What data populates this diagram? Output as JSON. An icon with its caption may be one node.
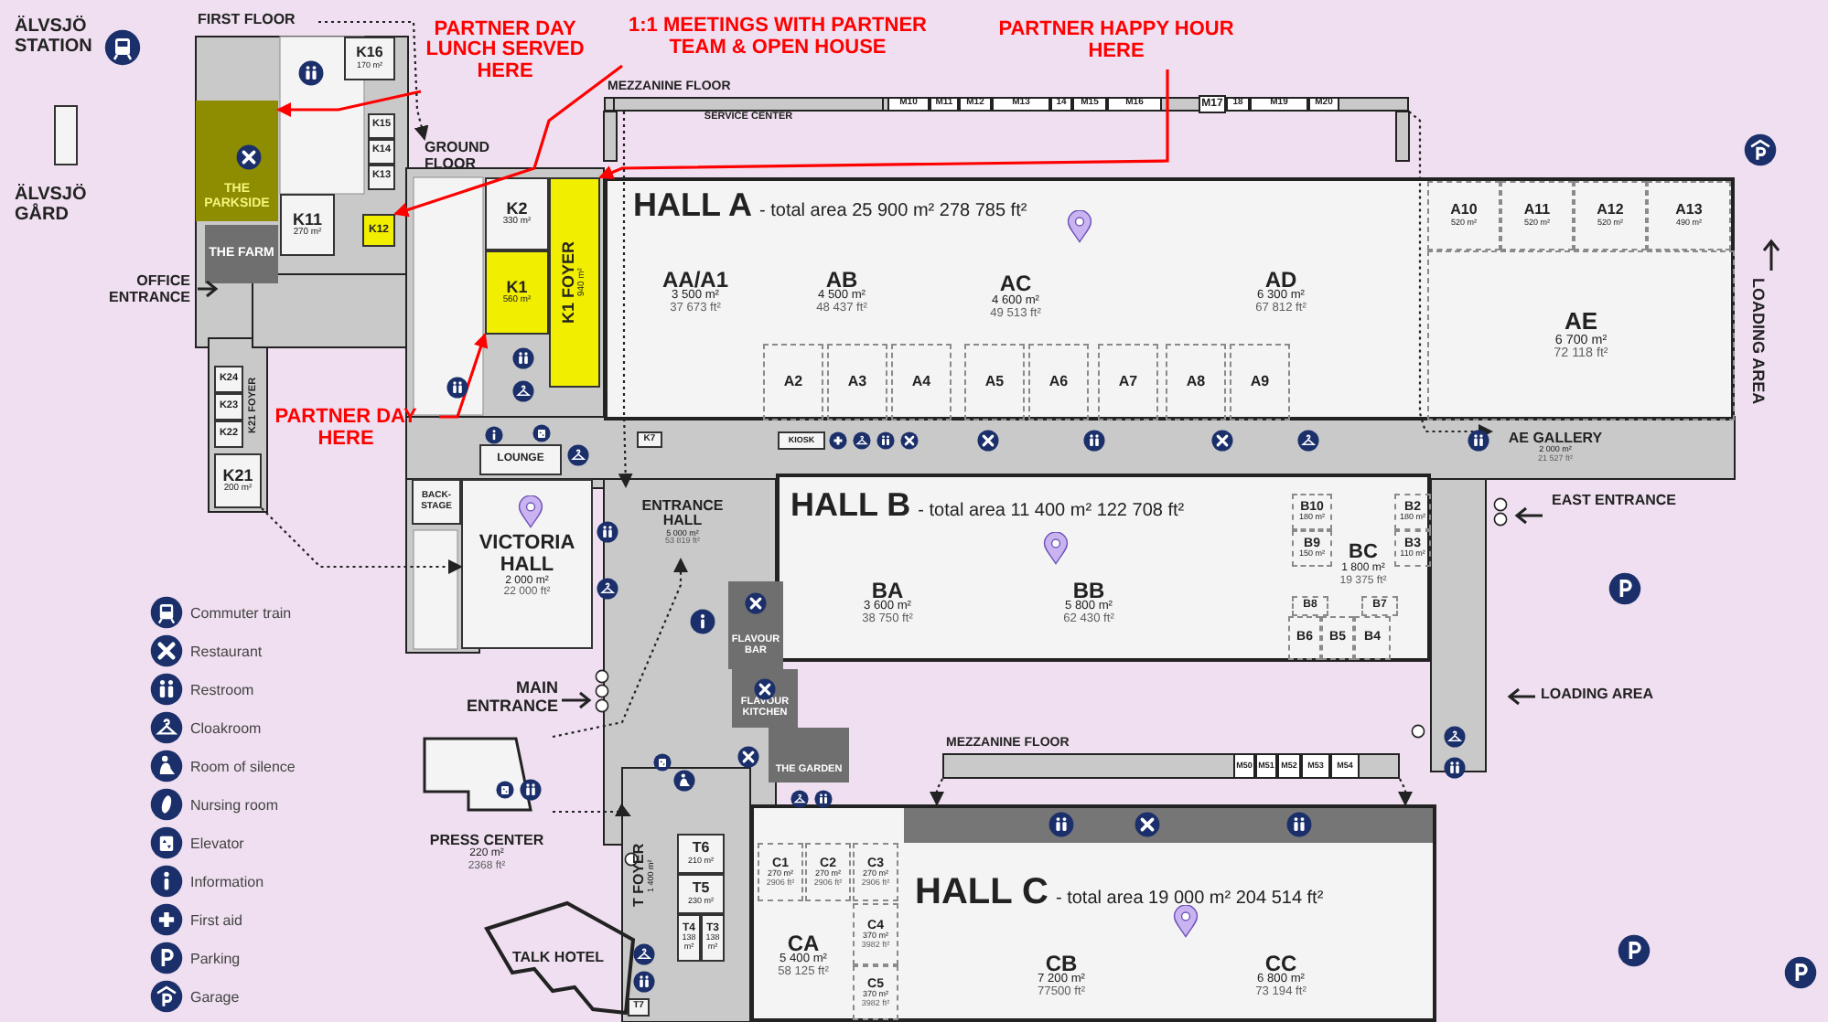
{
  "diagram": {
    "nodes": [
      {
        "text": [
          "FIRST FLOOR"
        ]
      },
      {
        "text": [
          "K16",
          "170 m²"
        ]
      },
      {
        "text": [
          "K15"
        ]
      },
      {
        "text": [
          "K14"
        ]
      },
      {
        "text": [
          "K13"
        ]
      },
      {
        "text": [
          "THE PARKSIDE"
        ]
      },
      {
        "text": [
          "K11",
          "270 m²"
        ]
      },
      {
        "text": [
          "K12"
        ]
      },
      {
        "text": [
          "THE FARM"
        ]
      },
      {
        "text": [
          "K24"
        ]
      },
      {
        "text": [
          "K23"
        ]
      },
      {
        "text": [
          "K22"
        ]
      },
      {
        "text": [
          "K21",
          "200 m²"
        ]
      },
      {
        "text": [
          "K21 FOYER"
        ]
      },
      {
        "text": [
          "GROUND FLOOR"
        ]
      },
      {
        "text": [
          "K2",
          "330 m²"
        ]
      },
      {
        "text": [
          "K1",
          "560 m²"
        ]
      },
      {
        "text": [
          "K1 FOYER",
          "940 m²"
        ]
      },
      {
        "text": [
          "BACK-STAGE"
        ]
      },
      {
        "text": [
          "LOUNGE"
        ]
      },
      {
        "text": [
          "VICTORIA HALL",
          "2 000 m²",
          "22 000 ft²"
        ]
      },
      {
        "text": [
          "ENTRANCE HALL",
          "5 000 m²",
          "53 819 ft²"
        ]
      },
      {
        "text": [
          "K7"
        ]
      },
      {
        "text": [
          "KIOSK"
        ]
      },
      {
        "text": [
          "MEZZANINE FLOOR"
        ]
      },
      {
        "text": [
          "SERVICE CENTER"
        ],
        "in": 24
      },
      {
        "text": [
          "M10"
        ],
        "in": 24
      },
      {
        "text": [
          "M11"
        ],
        "in": 24
      },
      {
        "text": [
          "M12"
        ],
        "in": 24
      },
      {
        "text": [
          "M13"
        ],
        "in": 24
      },
      {
        "text": [
          "14"
        ],
        "in": 24
      },
      {
        "text": [
          "M15"
        ],
        "in": 24
      },
      {
        "text": [
          "M16"
        ],
        "in": 24
      },
      {
        "text": [
          "M17"
        ],
        "in": 24
      },
      {
        "text": [
          "18"
        ],
        "in": 24
      },
      {
        "text": [
          "M19"
        ],
        "in": 24
      },
      {
        "text": [
          "M20"
        ],
        "in": 24
      },
      {
        "text": [
          "HALL A",
          "- total area 25 900 m² 278 785 ft²"
        ]
      },
      {
        "text": [
          "AA/A1",
          "3 500 m²",
          "37 673 ft²"
        ],
        "in": 37
      },
      {
        "text": [
          "AB",
          "4 500 m²",
          "48 437 ft²"
        ],
        "in": 37
      },
      {
        "text": [
          "AC",
          "4 600 m²",
          "49 513 ft²"
        ],
        "in": 37
      },
      {
        "text": [
          "AD",
          "6 300 m²",
          "67 812 ft²"
        ],
        "in": 37
      },
      {
        "text": [
          "AE",
          "6 700 m²",
          "72 118 ft²"
        ],
        "in": 37
      },
      {
        "text": [
          "A2"
        ],
        "in": 37
      },
      {
        "text": [
          "A3"
        ],
        "in": 37
      },
      {
        "text": [
          "A4"
        ],
        "in": 37
      },
      {
        "text": [
          "A5"
        ],
        "in": 37
      },
      {
        "text": [
          "A6"
        ],
        "in": 37
      },
      {
        "text": [
          "A7"
        ],
        "in": 37
      },
      {
        "text": [
          "A8"
        ],
        "in": 37
      },
      {
        "text": [
          "A9"
        ],
        "in": 37
      },
      {
        "text": [
          "A10",
          "520 m²"
        ],
        "in": 37
      },
      {
        "text": [
          "A11",
          "520 m²"
        ],
        "in": 37
      },
      {
        "text": [
          "A12",
          "520 m²"
        ],
        "in": 37
      },
      {
        "text": [
          "A13",
          "490 m²"
        ],
        "in": 37
      },
      {
        "text": [
          "AE GALLERY",
          "2 000 m²",
          "21 527 ft²"
        ]
      },
      {
        "text": [
          "HALL B",
          "- total area 11 400 m² 122 708 ft²"
        ]
      },
      {
        "text": [
          "BA",
          "3 600 m²",
          "38 750 ft²"
        ],
        "in": 56
      },
      {
        "text": [
          "BB",
          "5 800 m²",
          "62 430 ft²"
        ],
        "in": 56
      },
      {
        "text": [
          "BC",
          "1 800 m²",
          "19 375 ft²"
        ],
        "in": 56
      },
      {
        "text": [
          "B10",
          "180 m²"
        ],
        "in": 56
      },
      {
        "text": [
          "B9",
          "150 m²"
        ],
        "in": 56
      },
      {
        "text": [
          "B2",
          "180 m²"
        ],
        "in": 56
      },
      {
        "text": [
          "B3",
          "110 m²"
        ],
        "in": 56
      },
      {
        "text": [
          "B8"
        ],
        "in": 56
      },
      {
        "text": [
          "B7"
        ],
        "in": 56
      },
      {
        "text": [
          "B6"
        ],
        "in": 56
      },
      {
        "text": [
          "B5"
        ],
        "in": 56
      },
      {
        "text": [
          "B4"
        ],
        "in": 56
      },
      {
        "text": [
          "FLAVOUR BAR"
        ]
      },
      {
        "text": [
          "FLAVOUR KITCHEN"
        ]
      },
      {
        "text": [
          "THE GARDEN"
        ]
      },
      {
        "text": [
          "MEZZANINE FLOOR"
        ]
      },
      {
        "text": [
          "M50"
        ],
        "in": 72
      },
      {
        "text": [
          "M51"
        ],
        "in": 72
      },
      {
        "text": [
          "M52"
        ],
        "in": 72
      },
      {
        "text": [
          "M53"
        ],
        "in": 72
      },
      {
        "text": [
          "M54"
        ],
        "in": 72
      },
      {
        "text": [
          "HALL C",
          "- total area 19 000 m² 204 514 ft²"
        ]
      },
      {
        "text": [
          "C1",
          "270 m²",
          "2906 ft²"
        ],
        "in": 78
      },
      {
        "text": [
          "C2",
          "270 m²",
          "2906 ft²"
        ],
        "in": 78
      },
      {
        "text": [
          "C3",
          "270 m²",
          "2906 ft²"
        ],
        "in": 78
      },
      {
        "text": [
          "C4",
          "370 m²",
          "3982 ft²"
        ],
        "in": 78
      },
      {
        "text": [
          "C5",
          "370 m²",
          "3982 ft²"
        ],
        "in": 78
      },
      {
        "text": [
          "CA",
          "5 400 m²",
          "58 125 ft²"
        ],
        "in": 78
      },
      {
        "text": [
          "CB",
          "7 200 m²",
          "77500 ft²"
        ],
        "in": 78
      },
      {
        "text": [
          "CC",
          "6 800 m²",
          "73 194 ft²"
        ],
        "in": 78
      },
      {
        "text": [
          "T FOYER",
          "1 400 m²"
        ]
      },
      {
        "text": [
          "T6",
          "210 m²"
        ]
      },
      {
        "text": [
          "T5",
          "230 m²"
        ]
      },
      {
        "text": [
          "T4",
          "138 m²"
        ]
      },
      {
        "text": [
          "T3",
          "138 m²"
        ]
      },
      {
        "text": [
          "T7"
        ]
      },
      {
        "text": [
          "PRESS CENTER",
          "220 m²",
          "2368 ft²"
        ]
      },
      {
        "text": [
          "TALK HOTEL"
        ]
      },
      {
        "text": [
          "PARTNER DAY LUNCH SERVED HERE"
        ]
      },
      {
        "text": [
          "1:1 MEETINGS WITH PARTNER TEAM & OPEN HOUSE"
        ]
      },
      {
        "text": [
          "PARTNER HAPPY HOUR HERE"
        ]
      },
      {
        "text": [
          "PARTNER DAY HERE"
        ]
      }
    ],
    "edges": [
      {
        "from": 95,
        "to": 5,
        "arrow": "to",
        "color": "#ff0000"
      },
      {
        "from": 96,
        "to": 7,
        "arrow": "to",
        "color": "#ff0000"
      },
      {
        "from": 97,
        "to": 17,
        "arrow": "to",
        "color": "#ff0000"
      },
      {
        "from": 98,
        "to": 16,
        "arrow": "to",
        "color": "#ff0000"
      },
      {
        "from": 0,
        "to": 14,
        "arrow": "to",
        "style": "dashed"
      },
      {
        "from": 12,
        "to": 20,
        "arrow": "to",
        "style": "dashed"
      },
      {
        "from": 24,
        "to": 21,
        "arrow": "to",
        "style": "dashed"
      },
      {
        "from": 24,
        "to": 55,
        "arrow": "to",
        "style": "dashed"
      },
      {
        "from": 93,
        "to": 21,
        "arrow": "to",
        "style": "dashed"
      },
      {
        "from": 93,
        "to": 87,
        "arrow": "to",
        "style": "dashed"
      },
      {
        "from": 72,
        "to": 78,
        "arrow": "to",
        "style": "dashed"
      },
      {
        "from": 72,
        "to": 78,
        "arrow": "to",
        "style": "dashed"
      }
    ],
    "labels": [
      "ÄLVSJÖ STATION",
      "ÄLVSJÖ GÅRD",
      "OFFICE ENTRANCE",
      "LOADING AREA",
      "EAST ENTRANCE",
      "MAIN ENTRANCE",
      "LOADING AREA"
    ],
    "legend": [
      {
        "text": "Commuter train"
      },
      {
        "text": "Restaurant"
      },
      {
        "text": "Restroom"
      },
      {
        "text": "Cloakroom"
      },
      {
        "text": "Room of silence"
      },
      {
        "text": "Nursing room"
      },
      {
        "text": "Elevator"
      },
      {
        "text": "Information"
      },
      {
        "text": "First aid"
      },
      {
        "text": "Parking"
      },
      {
        "text": "Garage"
      }
    ]
  }
}
